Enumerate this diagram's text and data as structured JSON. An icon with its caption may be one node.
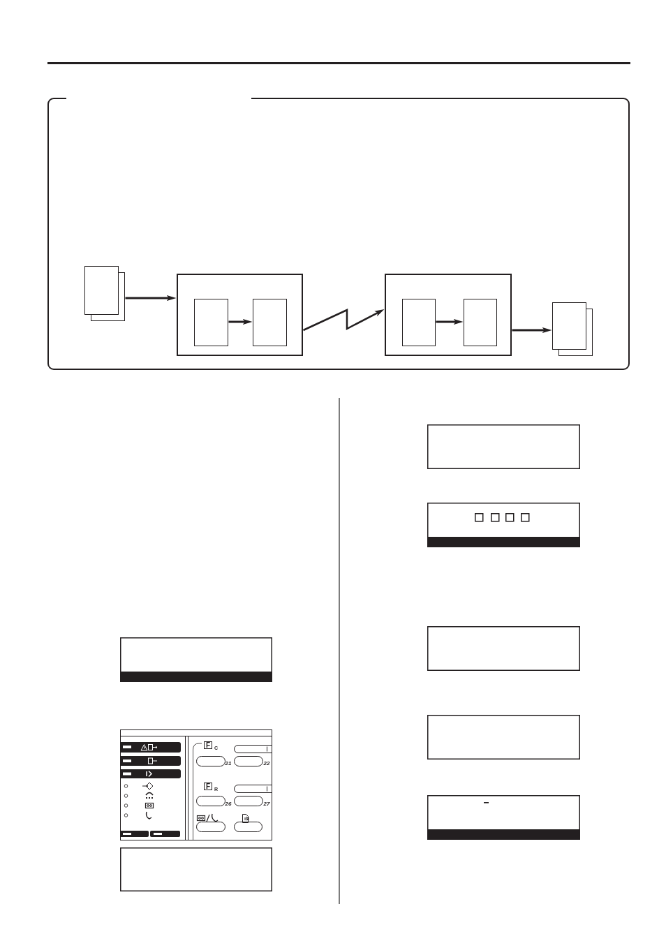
{
  "diagram": {
    "nodes": [
      {
        "text": [],
        "shape": "document"
      },
      {
        "text": [],
        "shape": "box"
      },
      {
        "text": [],
        "shape": "box",
        "in": 1
      },
      {
        "text": [],
        "shape": "box",
        "in": 1
      },
      {
        "text": [],
        "shape": "box"
      },
      {
        "text": [],
        "shape": "box",
        "in": 4
      },
      {
        "text": [],
        "shape": "box",
        "in": 4
      },
      {
        "text": [],
        "shape": "document"
      }
    ],
    "edges": [
      {
        "from": 0,
        "to": 1,
        "arrow": "to"
      },
      {
        "from": 2,
        "to": 3,
        "arrow": "to"
      },
      {
        "from": 1,
        "to": 4,
        "arrow": "to"
      },
      {
        "from": 5,
        "to": 6,
        "arrow": "to"
      },
      {
        "from": 4,
        "to": 7,
        "arrow": "to"
      }
    ],
    "labels": [
      "F$_{C}$",
      "21",
      "22",
      "F$_{R}$",
      "26",
      "27"
    ]
  }
}
